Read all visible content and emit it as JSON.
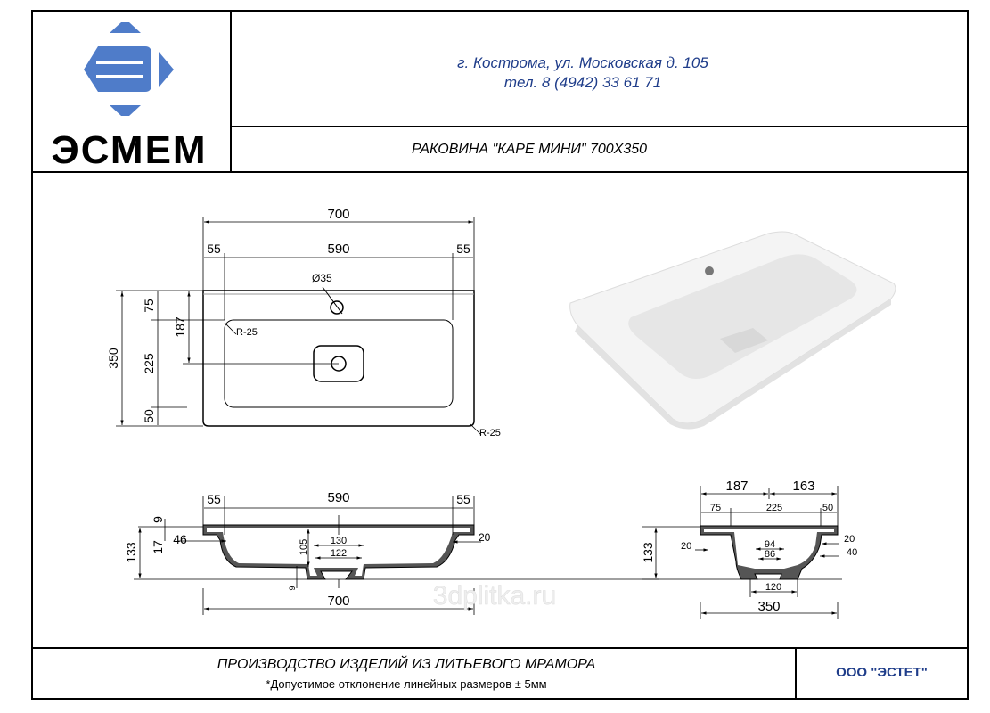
{
  "header": {
    "brand": "ЭСМЕМ",
    "address": "г. Кострома, ул. Московская д. 105",
    "phone": "тел. 8 (4942) 33 61 71",
    "product_title": "РАКОВИНА \"КАРЕ МИНИ\" 700Х350"
  },
  "colors": {
    "brand_blue": "#4f7cc9",
    "address_blue": "#1f3d8a"
  },
  "top_view": {
    "width": "700",
    "left_margin": "55",
    "inner": "590",
    "right_margin": "55",
    "hole": "Ø35",
    "radius_inner": "R-25",
    "radius_outer": "R-25",
    "depth": "350",
    "d75": "75",
    "d225": "225",
    "d50": "50",
    "d187": "187"
  },
  "front_section": {
    "left_margin": "55",
    "inner": "590",
    "right_margin": "55",
    "h133": "133",
    "h9": "9",
    "h17": "17",
    "w46": "46",
    "h105": "105",
    "d130": "130",
    "d122": "122",
    "w20": "20",
    "b9": "9",
    "width": "700"
  },
  "side_section": {
    "d187": "187",
    "d163": "163",
    "d75": "75",
    "d225": "225",
    "d50": "50",
    "h133": "133",
    "w20l": "20",
    "w20r": "20",
    "w40": "40",
    "d94": "94",
    "d86": "86",
    "d120": "120",
    "width": "350"
  },
  "watermark": "3dplitka.ru",
  "footer": {
    "production": "ПРОИЗВОДСТВО ИЗДЕЛИЙ ИЗ ЛИТЬЕВОГО МРАМОРА",
    "tolerance": "*Допустимое отклонение линейных размеров  ± 5мм",
    "company": "ООО \"ЭСТЕТ\""
  }
}
